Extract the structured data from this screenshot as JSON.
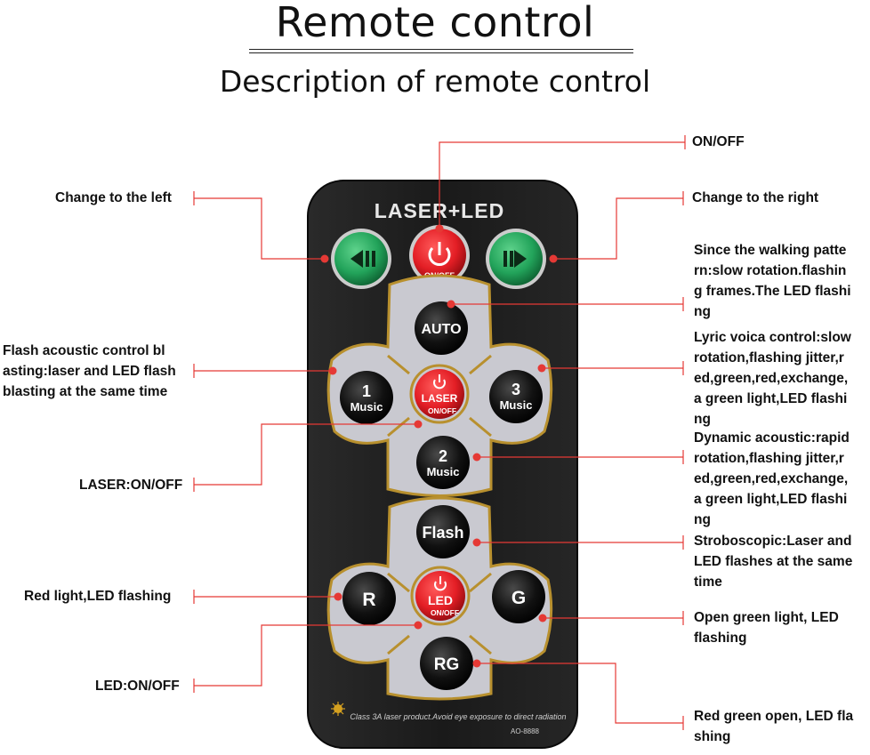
{
  "header": {
    "title": "Remote control",
    "subtitle": "Description of remote control"
  },
  "remote": {
    "brand": "LASER+LED",
    "warning": "Class 3A laser product.Avoid eye exposure to direct radiation",
    "model": "AO-8888",
    "buttons": {
      "power_sub": "ON/OFF",
      "auto": "AUTO",
      "music1_num": "1",
      "music1_text": "Music",
      "laser": "LASER",
      "laser_sub": "ON/OFF",
      "music3_num": "3",
      "music3_text": "Music",
      "music2_num": "2",
      "music2_text": "Music",
      "flash": "Flash",
      "r": "R",
      "led": "LED",
      "led_sub": "ON/OFF",
      "g": "G",
      "rg": "RG"
    },
    "colors": {
      "body": "#1e1e1e",
      "pad": "#c9c9d0",
      "gold": "#b8902e",
      "red_button": "#e31e25",
      "green_button": "#22a35a",
      "callout_line": "#e53935"
    }
  },
  "callouts": {
    "on_off": "ON/OFF",
    "change_left": "Change to the left",
    "change_right": "Change to the right",
    "auto_desc": [
      "Since the walking patte",
      "rn:slow rotation.flashin",
      "g frames.The LED flashi",
      "ng"
    ],
    "flash_acoustic": [
      "Flash acoustic control bl",
      "asting:laser and LED flash",
      "blasting at the same time"
    ],
    "lyric_voice": [
      "Lyric voica control:slow",
      "rotation,flashing jitter,r",
      "ed,green,red,exchange,",
      "a green light,LED flashi",
      "ng"
    ],
    "laser_onoff": "LASER:ON/OFF",
    "dynamic_acoustic": [
      "Dynamic acoustic:rapid",
      "rotation,flashing jitter,r",
      "ed,green,red,exchange,",
      "a green light,LED flashi",
      "ng"
    ],
    "stroboscopic": [
      "Stroboscopic:Laser and",
      "LED flashes at the same",
      "time"
    ],
    "red_light": "Red light,LED flashing",
    "open_green": [
      "Open green light,  LED",
      "flashing"
    ],
    "led_onoff": "LED:ON/OFF",
    "red_green_open": [
      "Red green open, LED fla",
      "shing"
    ]
  }
}
